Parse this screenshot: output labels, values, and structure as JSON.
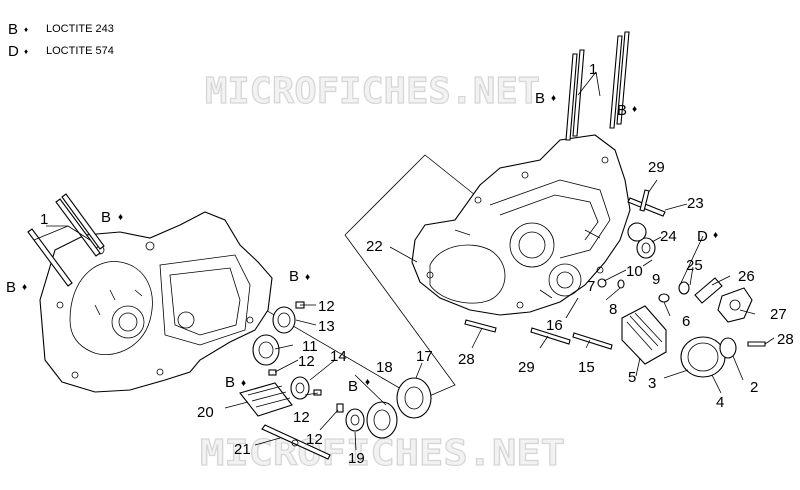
{
  "legend": [
    {
      "letter": "B",
      "drop": "ื",
      "text": "LOCTITE 243"
    },
    {
      "letter": "D",
      "drop": "ื",
      "text": "LOCTITE 574"
    }
  ],
  "drop_icon": "◆",
  "watermark": "MICROFICHES.NET",
  "labels": {
    "p1a": "1",
    "p1b": "1",
    "p2": "2",
    "p3": "3",
    "p4": "4",
    "p5": "5",
    "p6": "6",
    "p7": "7",
    "p8": "8",
    "p9": "9",
    "p10": "10",
    "p11": "11",
    "p12a": "12",
    "p12b": "12",
    "p12c": "12",
    "p12d": "12",
    "p13": "13",
    "p14": "14",
    "p15": "15",
    "p16": "16",
    "p17": "17",
    "p18": "18",
    "p19": "19",
    "p20": "20",
    "p21": "21",
    "p22": "22",
    "p23": "23",
    "p24": "24",
    "p25": "25",
    "p26": "26",
    "p27": "27",
    "p28a": "28",
    "p28b": "28",
    "p29a": "29",
    "p29b": "29"
  },
  "callouts": {
    "b1": "B",
    "b2": "B",
    "b3": "B",
    "b4": "B",
    "b5": "B",
    "b6": "B",
    "b7": "B",
    "d1": "D"
  }
}
